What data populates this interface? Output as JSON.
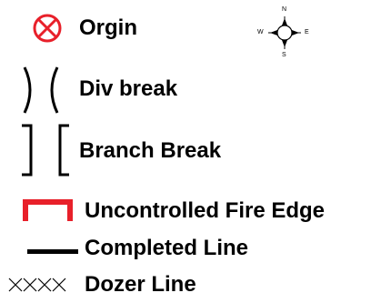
{
  "legend": {
    "items": [
      {
        "id": "origin",
        "label": "Orgin",
        "icon": "origin-icon"
      },
      {
        "id": "div-break",
        "label": "Div break",
        "icon": "div-break-icon"
      },
      {
        "id": "branch-break",
        "label": "Branch Break",
        "icon": "branch-break-icon"
      },
      {
        "id": "uncontrolled-fire-edge",
        "label": "Uncontrolled Fire Edge",
        "icon": "uncontrolled-fire-edge-icon"
      },
      {
        "id": "completed-line",
        "label": "Completed Line",
        "icon": "completed-line-icon"
      },
      {
        "id": "dozer-line",
        "label": "Dozer Line",
        "icon": "dozer-line-icon"
      }
    ]
  },
  "compass": {
    "icon": "compass-rose-icon",
    "north": "N",
    "south": "S",
    "east": "E",
    "west": "W"
  },
  "colors": {
    "origin": "#e8202a",
    "fire_edge": "#e8202a",
    "line": "#000000"
  }
}
